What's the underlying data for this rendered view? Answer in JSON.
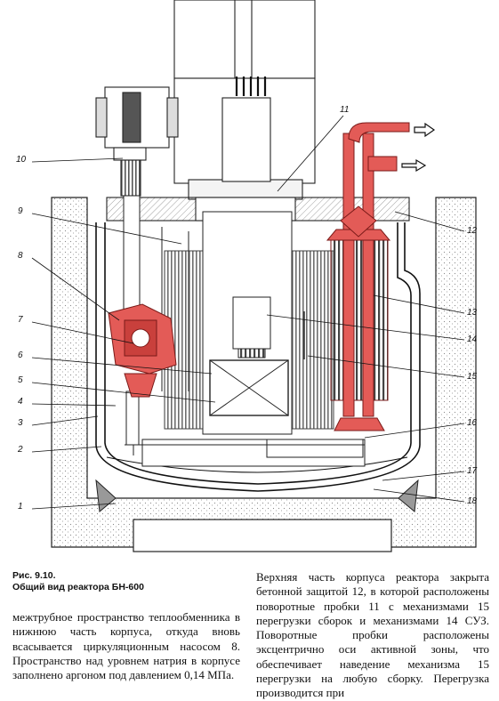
{
  "figure": {
    "callouts": {
      "n1": "1",
      "n2": "2",
      "n3": "3",
      "n4": "4",
      "n5": "5",
      "n6": "6",
      "n7": "7",
      "n8": "8",
      "n9": "9",
      "n10": "10",
      "n11": "11",
      "n12": "12",
      "n13": "13",
      "n14": "14",
      "n15": "15",
      "n16": "16",
      "n17": "17",
      "n18": "18"
    },
    "colors": {
      "coolant": "#e35b57",
      "coolant_dark": "#b52a26",
      "line": "#1a1a1a"
    }
  },
  "caption": {
    "number": "Рис. 9.10.",
    "title": "Общий вид реактора БН-600"
  },
  "text": {
    "left": "межтрубное пространство теплообменника в нижнюю часть корпуса, откуда вновь всасывается циркуляционным насосом 8. Пространство над уровнем натрия в корпусе заполнено аргоном под давлением 0,14 МПа.",
    "right": "Верхняя часть корпуса реактора закрыта бетонной защитой 12, в которой расположены поворотные пробки 11 с механизмами 15 перегрузки сборок и механизмами 14 СУЗ. Поворотные пробки расположены эксцентрично оси активной зоны, что обеспечивает наведение механизма 15 перегрузки на любую сборку. Перегрузка производится при"
  }
}
